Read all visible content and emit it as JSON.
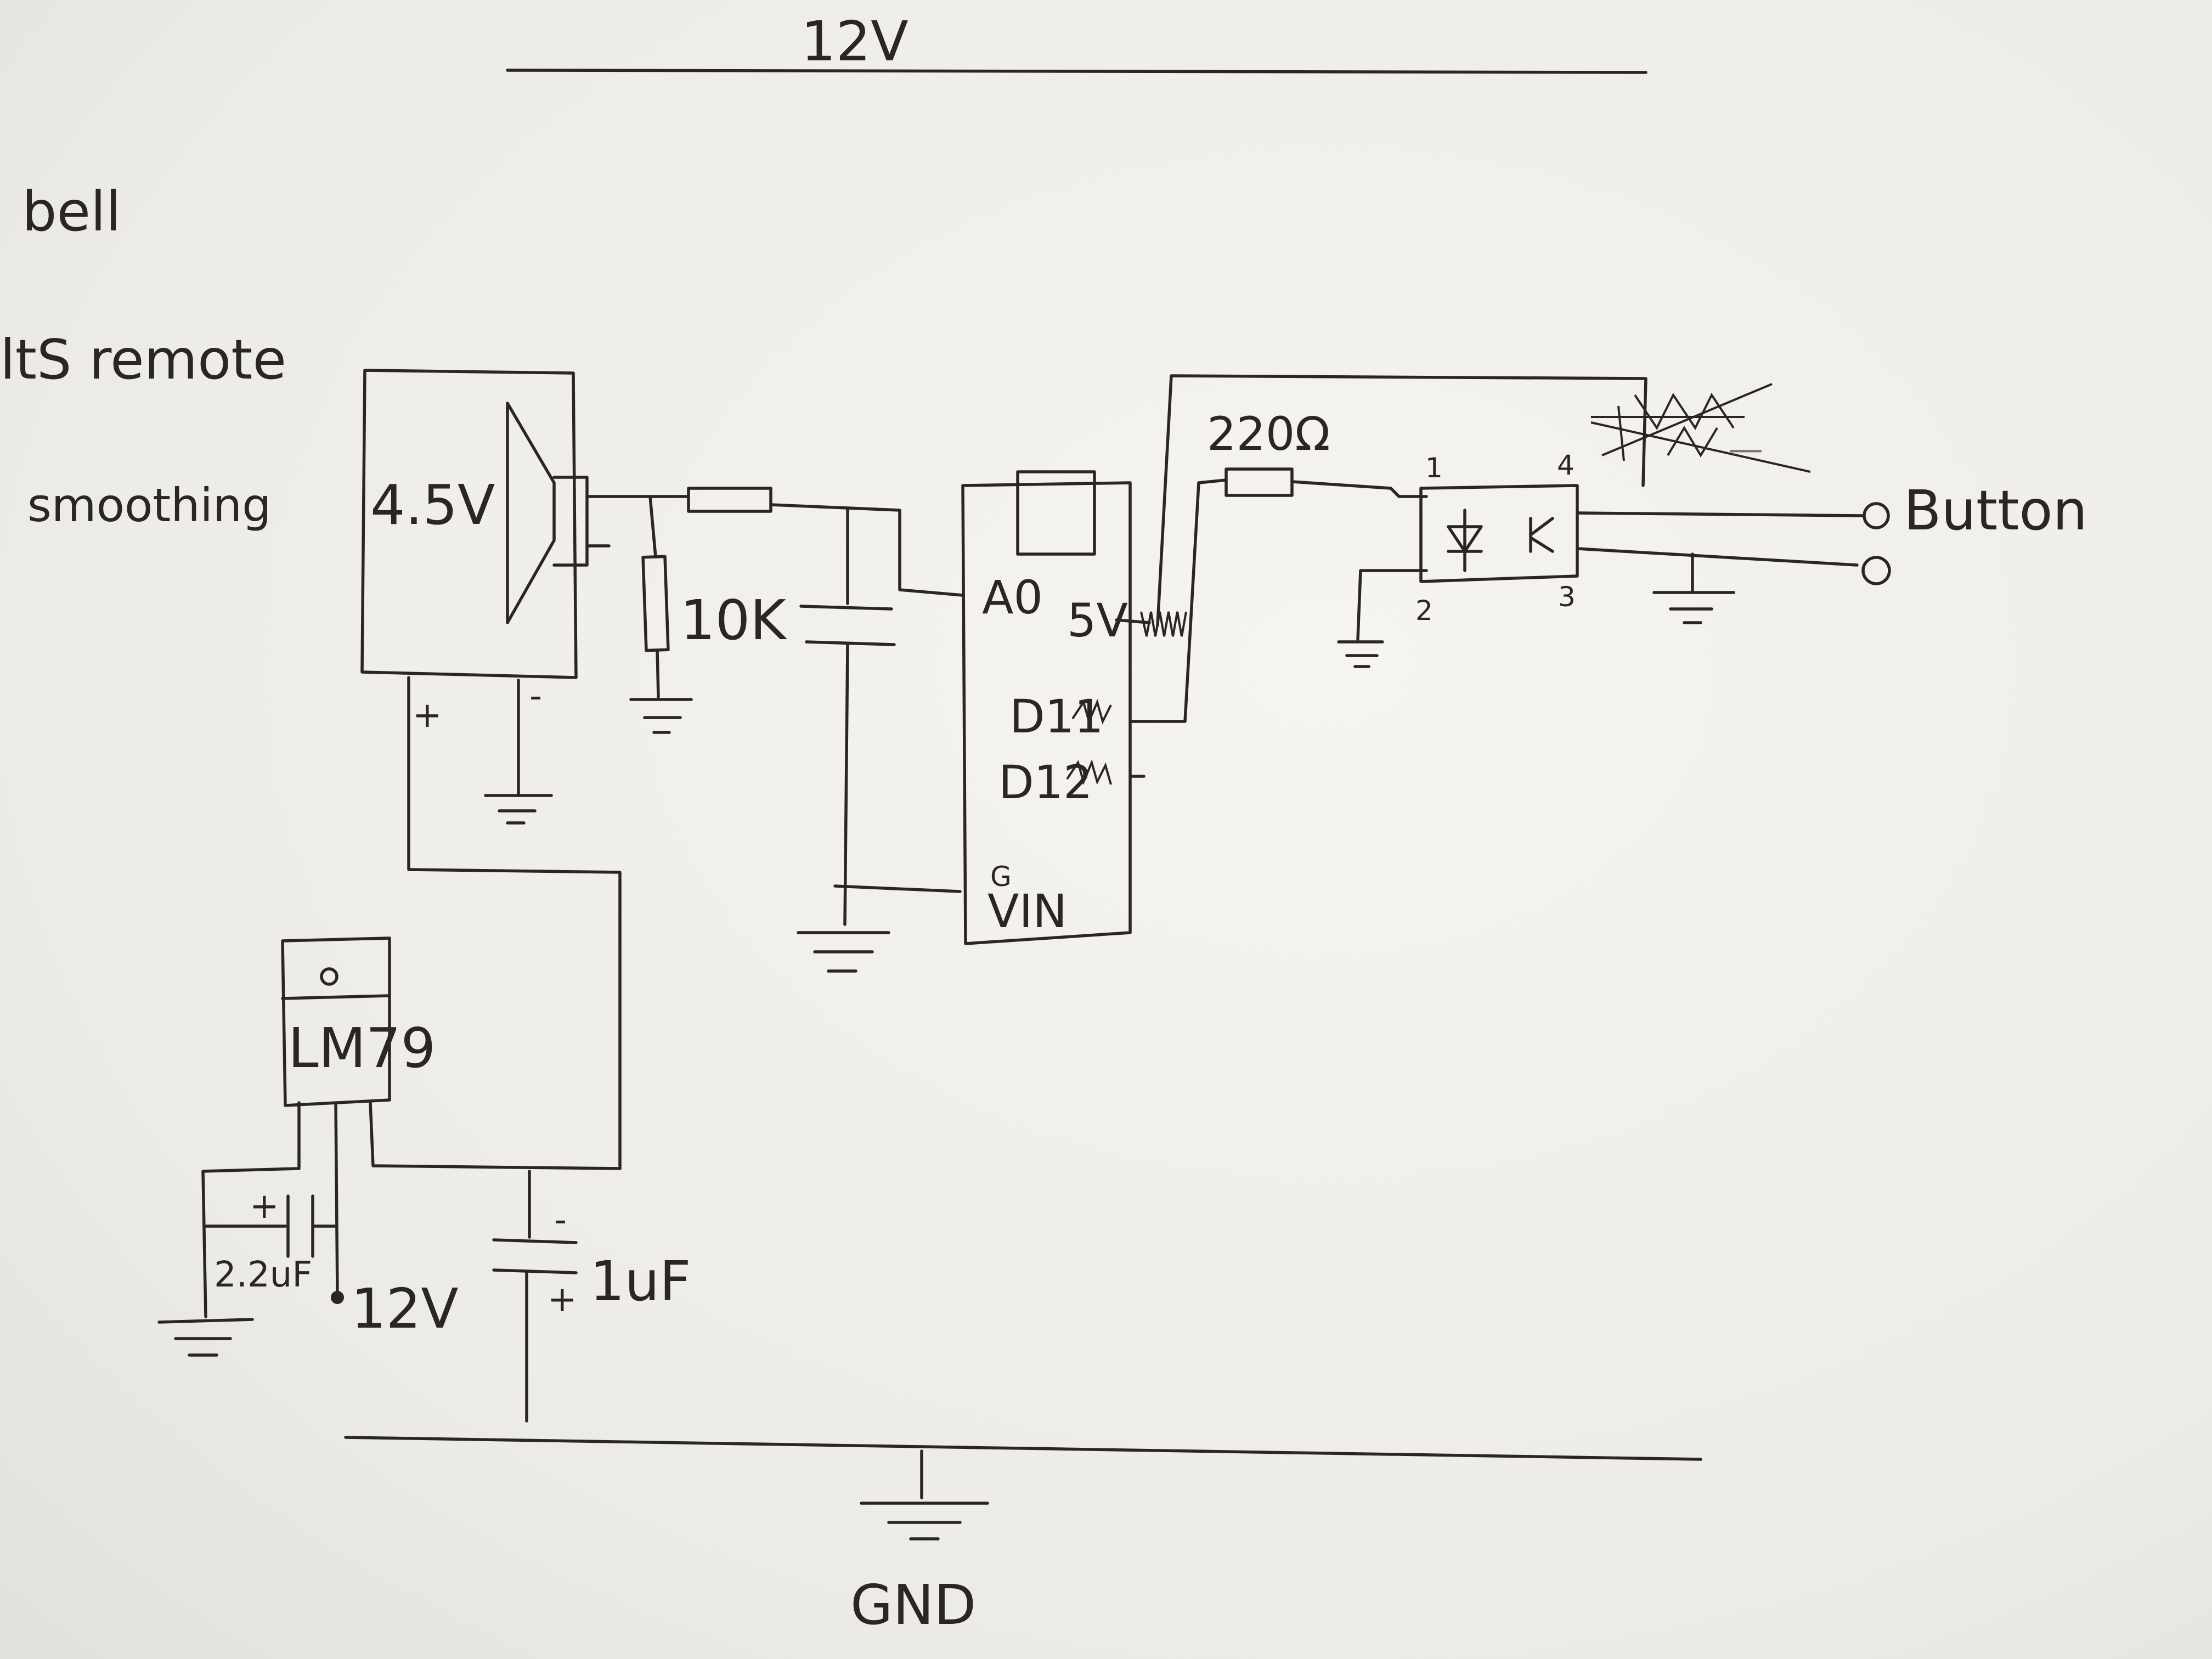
{
  "rails": {
    "top_label": "12V",
    "bottom_label": "GND"
  },
  "notes": {
    "line1": "bell",
    "line2": "ltS remote",
    "line3": "smoothing"
  },
  "speaker_module": {
    "voltage_label": "4.5V",
    "plus_label": "+",
    "minus_label": "-"
  },
  "resistors": {
    "pulldown_label": "10K",
    "opto_series_label": "220Ω"
  },
  "microcontroller": {
    "pin_a0": "A0",
    "pin_5v": "5V",
    "pin_d11": "D11",
    "pin_d12": "D12",
    "pin_g": "G",
    "pin_vin": "VIN"
  },
  "optocoupler": {
    "pin1": "1",
    "pin2": "2",
    "pin3": "3",
    "pin4": "4"
  },
  "button": {
    "label": "Button"
  },
  "regulator": {
    "label": "LM79"
  },
  "capacitors": {
    "input_cap_label": "2.2uF",
    "input_cap_plus": "+",
    "output_cap_label": "1uF",
    "output_cap_plus": "+",
    "output_cap_minus": "-"
  },
  "supply_label": "12V"
}
